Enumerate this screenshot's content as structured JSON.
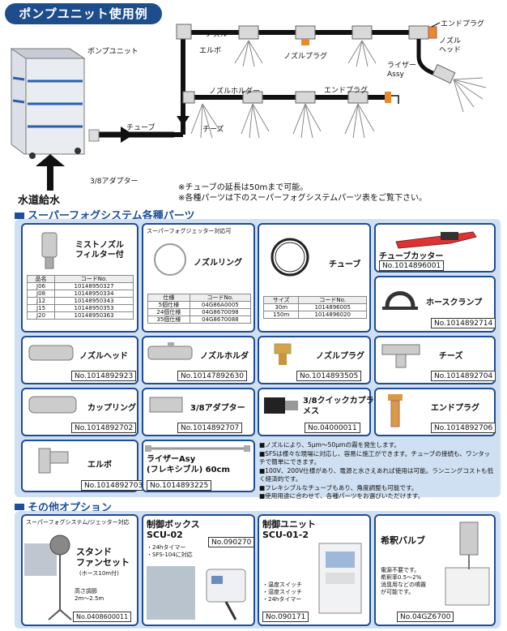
{
  "header": {
    "title": "ポンプユニット使用例"
  },
  "diagram": {
    "pump_unit": "ポンプユニット",
    "water_supply": "水道給水",
    "tube": "チューブ",
    "adapter": "3/8アダプター",
    "cheese": "チーズ",
    "nozzle_holder": "ノズルホルダー",
    "end_plug_lower": "エンドプラグ",
    "end_plug_top": "エンドプラグ",
    "nozzle": "ノズル",
    "elbow": "エルボ",
    "nozzle_plug": "ノズルプラグ",
    "nozzle_head": "ノズル\nヘッド",
    "riser_assy": "ライザー\nAssy",
    "note1": "※チューブの延長は50mまで可能。",
    "note2": "※各種パーツは下のスーパーフォグシステムパーツ表をご覧下さい。"
  },
  "parts": {
    "section_title": "スーパーフォグシステム各種パーツ",
    "mist_filter": {
      "name": "ミストノズル\nフィルター付",
      "headers": [
        "品名",
        "コードNo."
      ],
      "rows": [
        [
          "J06",
          "1014895032­7"
        ],
        [
          "J08",
          "1014895033­4"
        ],
        [
          "J12",
          "1014895034­3"
        ],
        [
          "J15",
          "1014895035­3"
        ],
        [
          "J20",
          "1014895036­3"
        ]
      ]
    },
    "nozzle_ring": {
      "caption": "スーパーフォグジェッター対応可",
      "name": "ノズルリング",
      "headers": [
        "仕様",
        "コードNo."
      ],
      "rows": [
        [
          "5個仕様",
          "04G86A0005"
        ],
        [
          "24個仕様",
          "04G8670098"
        ],
        [
          "35個仕様",
          "04G8670088"
        ]
      ]
    },
    "tube": {
      "name": "チューブ",
      "headers": [
        "サイズ",
        "コードNo."
      ],
      "rows": [
        [
          "30m",
          "1014896005"
        ],
        [
          "150m",
          "1014896020"
        ]
      ]
    },
    "tube_cutter": {
      "name": "チューブカッター",
      "code": "No.1014896001"
    },
    "hose_clamp": {
      "name": "ホースクランプ",
      "code": "No.1014892714"
    },
    "nozzle_head": {
      "name": "ノズルヘッド",
      "code": "No.1014892923"
    },
    "nozzle_holder": {
      "name": "ノズルホルダ",
      "code": "No.10147892630"
    },
    "nozzle_plug": {
      "name": "ノズルプラグ",
      "code": "No.1014893505"
    },
    "cheese": {
      "name": "チーズ",
      "code": "No.1014892704"
    },
    "coupling": {
      "name": "カップリング",
      "code": "No.1014892702"
    },
    "adapter": {
      "name": "3/8アダプター",
      "code": "No.1014892707"
    },
    "quick_coupler": {
      "name": "3/8クイックカプラ\nメス",
      "code": "No.04000011"
    },
    "end_plug": {
      "name": "エンドプラグ",
      "code": "No.1014892706"
    },
    "elbow": {
      "name": "エルボ",
      "code": "No.1014892703"
    },
    "riser_assy": {
      "name": "ライザーAsy\n(フレキシブル) 60cm",
      "code": "No.1014893225"
    },
    "bullets": [
      "■ノズルにより、5μm〜50μmの霧を発生します。",
      "■SFSは様々な現場に対応し、容易に施工ができます。チューブの接続も、ワンタッチで簡単にできます。",
      "■100V、200V仕様があり、電源と水さえあれば使用は可能。ランニングコストも低く経済的です。",
      "■フレキシブルなチューブもあり、角度調整も可能です。",
      "■使用用途に合わせて、各種パーツをお選びいただけます。"
    ]
  },
  "options": {
    "section_title": "その他オプション",
    "stand_fan": {
      "caption": "スーパーフォグシステム/ジェッター対応",
      "name": "スタンド\nファンセット",
      "sub": "(ホース10m付)",
      "height_label": "高さ調節",
      "height_value": "2m〜2.5m",
      "code": "No.0408600011"
    },
    "control_box": {
      "name": "制御ボックス\nSCU-02",
      "specs": [
        "・24hタイマー",
        "・SFS-104に対応"
      ],
      "code": "No.090270"
    },
    "control_unit": {
      "name": "制御ユニット\nSCU-01-2",
      "specs": [
        "・温度スイッチ",
        "・湿度スイッチ",
        "・24hタイマー"
      ],
      "code": "No.090171"
    },
    "dilution_valve": {
      "name": "希釈バルブ",
      "specs": [
        "電源不要です。",
        "希釈率0.5〜2%",
        "消臭用などの噴霧",
        "が可能です。"
      ],
      "code": "No.04GZ6700"
    }
  }
}
